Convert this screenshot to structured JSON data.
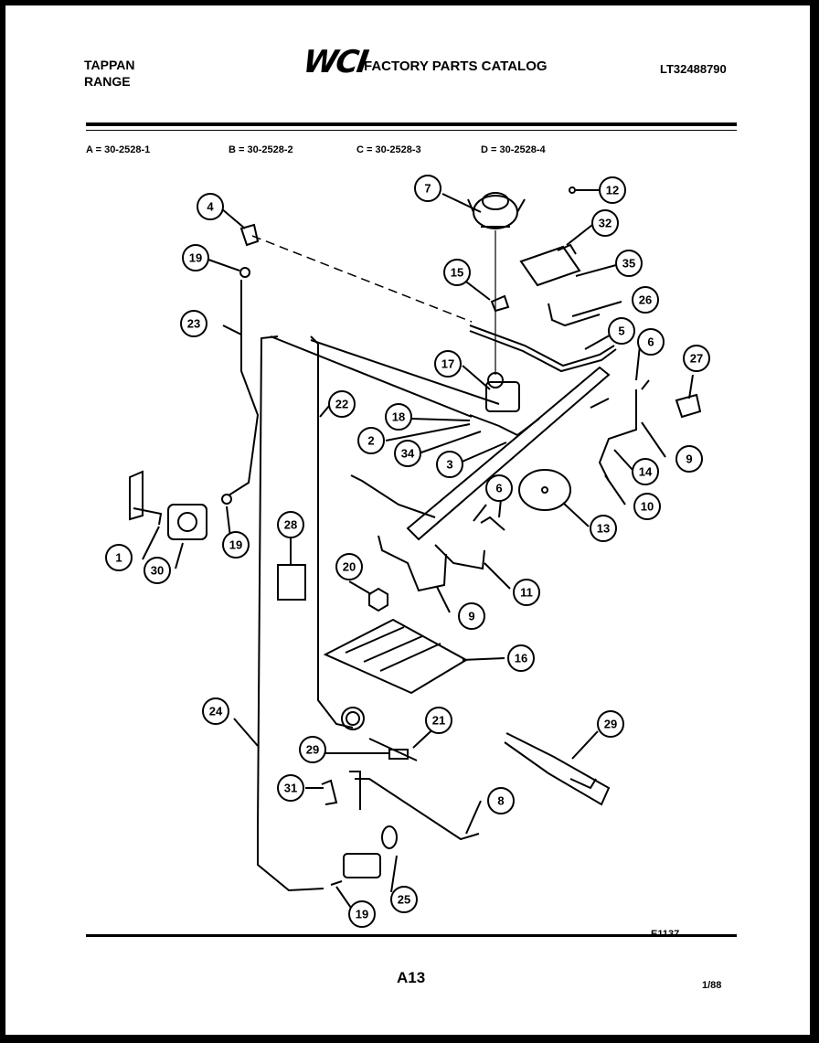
{
  "header": {
    "brand_line1": "TAPPAN",
    "brand_line2": "RANGE",
    "logo_text": "WCI",
    "catalog_title": "FACTORY PARTS CATALOG",
    "part_number": "LT32488790"
  },
  "models": [
    {
      "label": "A = 30-2528-1"
    },
    {
      "label": "B = 30-2528-2"
    },
    {
      "label": "C = 30-2528-3"
    },
    {
      "label": "D = 30-2528-4"
    }
  ],
  "callouts": [
    "4",
    "19",
    "23",
    "1",
    "30",
    "19",
    "7",
    "12",
    "32",
    "35",
    "15",
    "26",
    "5",
    "6",
    "27",
    "17",
    "22",
    "18",
    "2",
    "34",
    "3",
    "9",
    "14",
    "10",
    "13",
    "6",
    "11",
    "9",
    "20",
    "28",
    "16",
    "24",
    "29",
    "21",
    "29",
    "31",
    "8",
    "25",
    "19"
  ],
  "footer": {
    "drawing_code": "E1137",
    "page": "A13",
    "date": "1/88"
  },
  "colors": {
    "ink": "#000000",
    "paper": "#ffffff",
    "frame": "#000000"
  }
}
